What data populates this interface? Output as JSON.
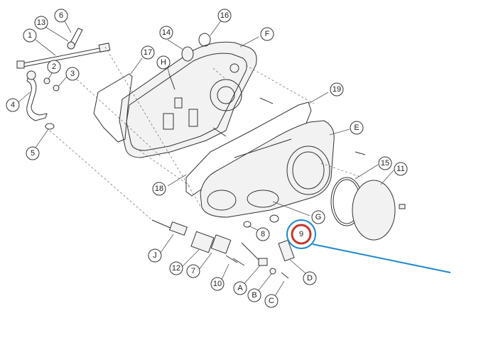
{
  "callouts": {
    "c1": "1",
    "c2": "2",
    "c3": "3",
    "c4": "4",
    "c5": "5",
    "c6": "6",
    "c7": "7",
    "c8": "8",
    "c9": "9",
    "c10": "10",
    "c11": "11",
    "c12": "12",
    "c13": "13",
    "c14": "14",
    "c15": "15",
    "c16": "16",
    "c17": "17",
    "c18": "18",
    "c19": "19",
    "cA": "A",
    "cB": "B",
    "cC": "C",
    "cD": "D",
    "cE": "E",
    "cF": "F",
    "cG": "G",
    "cH": "H",
    "cJ": "J"
  },
  "highlight": {
    "part": "9",
    "ring_color": "#c0392b",
    "pointer_color": "#1e88c8"
  }
}
